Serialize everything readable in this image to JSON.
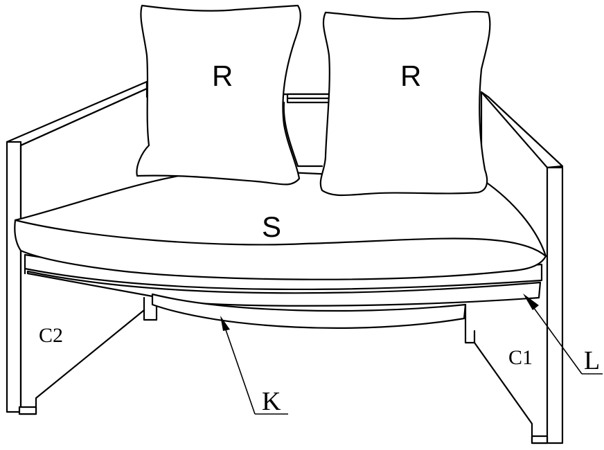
{
  "labels": {
    "pillow_left": "R",
    "pillow_right": "R",
    "seat_cushion": "S",
    "side_panel_left": "C2",
    "side_panel_right": "C1",
    "front_rail": "K",
    "support_board": "L"
  }
}
